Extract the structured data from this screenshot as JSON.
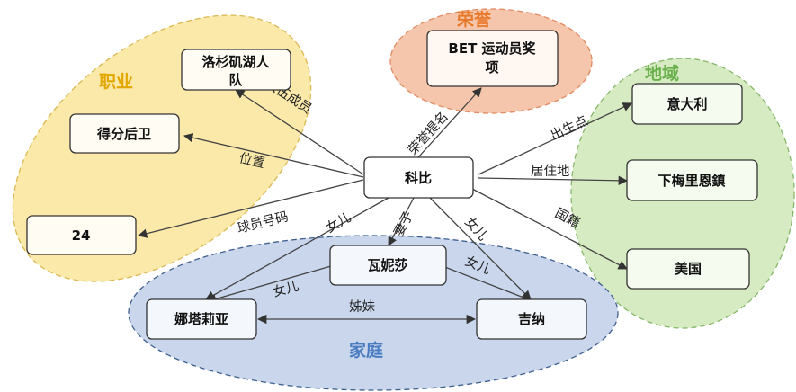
{
  "groups": {
    "career": {
      "label": "职业",
      "fill": "#fbe8a6",
      "stroke": "#d9b64a",
      "text": "#e2a600"
    },
    "honor": {
      "label": "荣誉",
      "fill": "#f5c6ab",
      "stroke": "#e08a63",
      "text": "#e8792b"
    },
    "region": {
      "label": "地域",
      "fill": "#d7ebc3",
      "stroke": "#86b76a",
      "text": "#6ab04c"
    },
    "family": {
      "label": "家庭",
      "fill": "#c9d6ec",
      "stroke": "#3f5f8f",
      "text": "#4a7cc1"
    }
  },
  "nodes": {
    "center": "科比",
    "lakers_line1": "洛杉矶湖人",
    "lakers_line2": "队",
    "shooting_guard": "得分后卫",
    "jersey": "24",
    "award_line1": "BET 运动员奖",
    "award_line2": "项",
    "italy": "意大利",
    "merion": "下梅里恩鎮",
    "usa": "美国",
    "vanessa": "瓦妮莎",
    "natalia": "娜塔莉亚",
    "gianna": "吉纳"
  },
  "edges": {
    "team_member": "队伍成员",
    "position": "位置",
    "jersey_number": "球员号码",
    "nominated": "荣誉提名",
    "birthplace": "出生点",
    "residence": "居住地",
    "nationality": "国籍",
    "wife": "妻子",
    "daughter_natalia": "女儿",
    "daughter_gianna": "女儿",
    "vanessa_daughter_natalia": "女儿",
    "vanessa_daughter_gianna": "女儿",
    "sisters": "姊妹"
  },
  "colors": {
    "node_fill": "#ffffff",
    "node_fill_group": "#fffdf3",
    "edge": "#444444"
  }
}
